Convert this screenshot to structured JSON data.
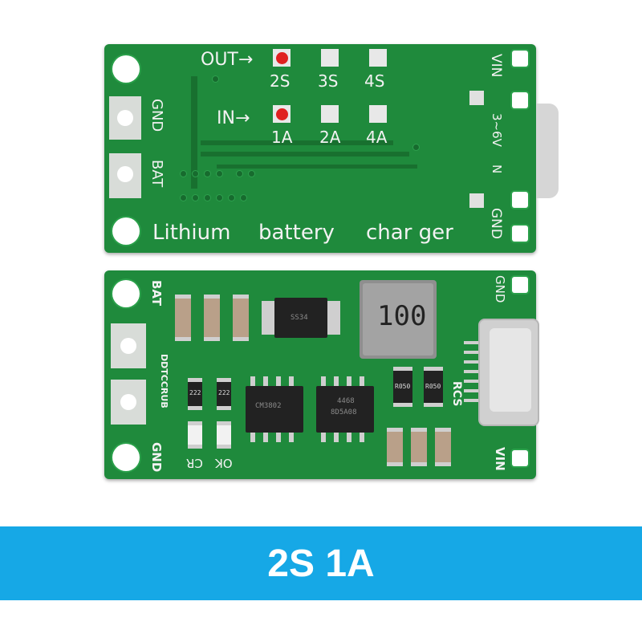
{
  "top_board": {
    "out_label": "OUT→",
    "in_label": "IN→",
    "out_options": [
      "2S",
      "3S",
      "4S"
    ],
    "in_options": [
      "1A",
      "2A",
      "4A"
    ],
    "gnd_left": "GND",
    "bat_left": "BAT",
    "vin_right": "VIN",
    "range_right": "3~6V",
    "n_right": "N",
    "gnd_right": "GND",
    "footer": [
      "Lithium",
      "battery",
      "char ger"
    ]
  },
  "bottom_board": {
    "bat_label": "BAT",
    "gnd_label": "GND",
    "model_label": "DDTCCRUB",
    "cr_label": "CR",
    "ok_label": "OK",
    "rcs_label": "RCS",
    "gnd_right": "GND",
    "vin_right": "VIN",
    "inductor_value": "100",
    "diode_code": "SS34",
    "resistor_codes": [
      "R050",
      "R050"
    ],
    "small_resistor_codes": [
      "222",
      "222"
    ],
    "ic1_code": "CM3802",
    "ic2_codes": [
      "4468",
      "8D5A08"
    ]
  },
  "banner": {
    "text": "2S 1A",
    "color": "#16a8e6"
  },
  "colors": {
    "pcb": "#1f8a3c",
    "silkscreen": "#f2f2f2",
    "selected_jumper": "#e02020"
  }
}
